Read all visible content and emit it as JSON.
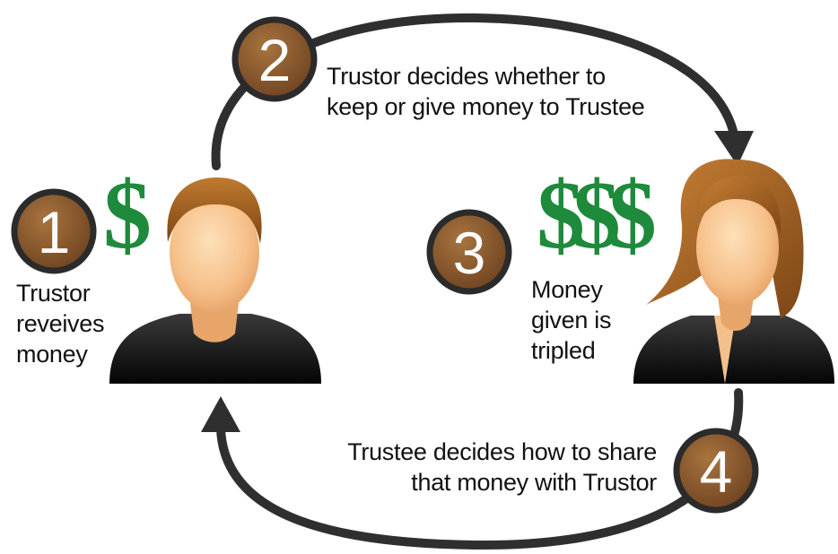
{
  "steps": [
    {
      "number": "1",
      "text_lines": [
        "Trustor",
        "reveives",
        "money"
      ]
    },
    {
      "number": "2",
      "text_lines": [
        "Trustor decides whether to",
        "keep or give money to Trustee"
      ]
    },
    {
      "number": "3",
      "text_lines": [
        "Money",
        "given is",
        "tripled"
      ]
    },
    {
      "number": "4",
      "text_lines": [
        "Trustee decides how to share",
        "that money with Trustor"
      ]
    }
  ],
  "money": {
    "single": "$",
    "triple": "$$$"
  },
  "colors": {
    "badge_fill": "#8b5a2b",
    "badge_ring": "#2b2b2b",
    "arrow": "#2f2f2f",
    "dollar": "#1e8a3c"
  },
  "figures": {
    "trustor": "male-person-icon",
    "trustee": "female-person-icon"
  }
}
